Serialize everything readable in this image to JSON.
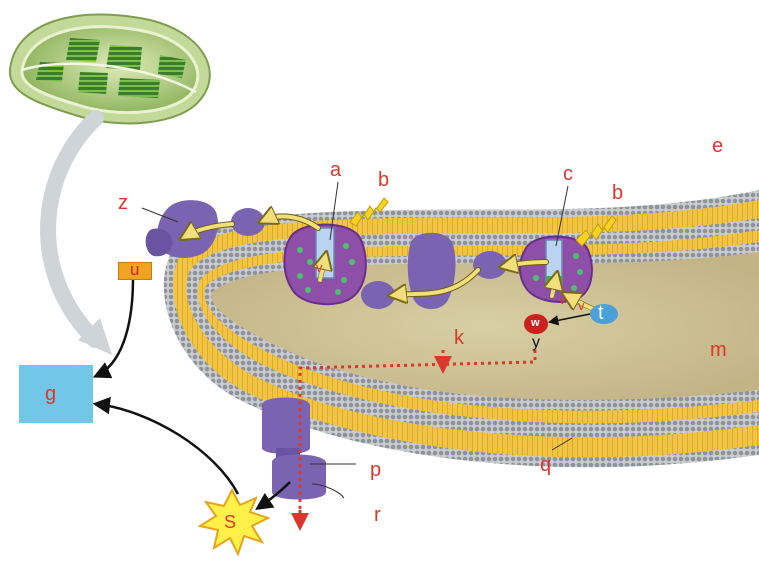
{
  "labels": {
    "a": "a",
    "b": "b",
    "c": "c",
    "e": "e",
    "g": "g",
    "k": "k",
    "m": "m",
    "p": "p",
    "q": "q",
    "r": "r",
    "s": "S",
    "t": "t",
    "u": "u",
    "v": "v",
    "w": "w",
    "y": "y",
    "z": "z"
  },
  "colors": {
    "label_red": "#d9382b",
    "protein_purple": "#7a63b0",
    "membrane_yellow": "#f2c443",
    "lipid_head_grey": "#a9adb1",
    "matrix_tan": "#cdbf96",
    "box_g_blue": "#72c6e8",
    "box_u_orange": "#f0a321",
    "dotted_path_red": "#d9382b",
    "electron_arrow_yellow": "#f3de7c",
    "starburst_yellow": "#fff14a"
  },
  "icons": [
    "chloroplast-icon",
    "lightning-icon",
    "starburst-icon",
    "photosystem-icon",
    "atp-synthase-icon"
  ]
}
